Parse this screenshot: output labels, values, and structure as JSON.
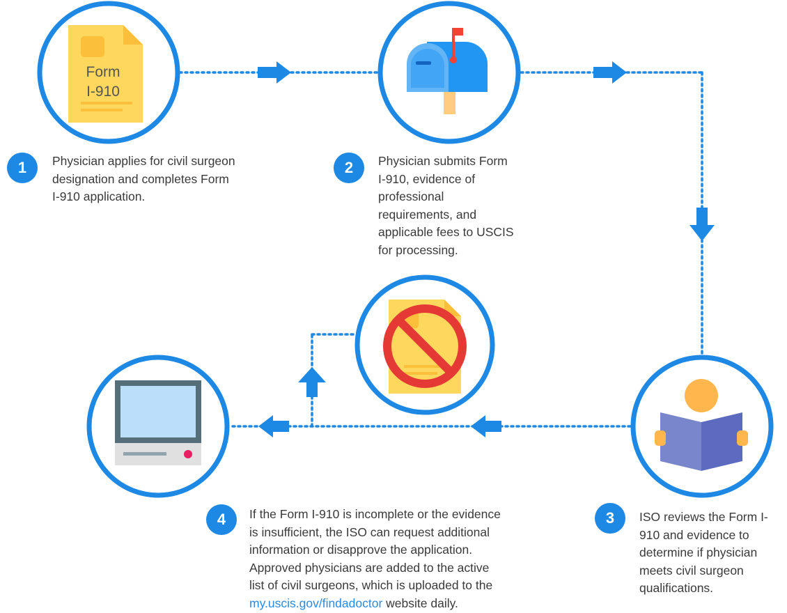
{
  "colors": {
    "ring": "#1e88e5",
    "connector": "#1e88e5",
    "badge": "#1e88e5",
    "link": "#2a8ae0",
    "form_paper": "#fdd85d",
    "form_fold": "#fbbf3b",
    "mailbox_body": "#2196f3",
    "mailbox_door": "#64b5f6",
    "flag": "#f44336",
    "post": "#ffcc80",
    "prohibit": "#e53935",
    "person_head": "#ffb74d",
    "book": "#7986cb",
    "monitor_frame": "#546e7a",
    "monitor_screen": "#bbdefb",
    "console": "#e0e0e0",
    "power_dot": "#e91e63"
  },
  "icons": {
    "step1": "form-document-icon",
    "step2": "mailbox-icon",
    "step3": "person-reading-icon",
    "rejected": "prohibited-document-icon",
    "step4": "computer-icon"
  },
  "form_icon": {
    "line1": "Form",
    "line2": "I-910"
  },
  "steps": [
    {
      "number": "1",
      "text": [
        "Physician applies for civil surgeon",
        "designation and completes Form",
        "I-910 application."
      ]
    },
    {
      "number": "2",
      "text": [
        "Physician submits Form",
        "I-910, evidence of",
        "professional",
        "requirements, and",
        "applicable fees to USCIS",
        "for processing."
      ]
    },
    {
      "number": "3",
      "text": [
        "ISO reviews the Form I-",
        "910 and evidence to",
        "determine if physician",
        "meets civil surgeon",
        "qualifications."
      ]
    },
    {
      "number": "4",
      "text": [
        "If the Form I-910 is incomplete or the evidence",
        "is insufficient, the ISO can request additional",
        "information or disapprove the application.",
        "Approved physicians are added to the active",
        "list of civil surgeons, which is uploaded to the"
      ],
      "link": "my.uscis.gov/findadoctor",
      "after_link": " website daily."
    }
  ]
}
